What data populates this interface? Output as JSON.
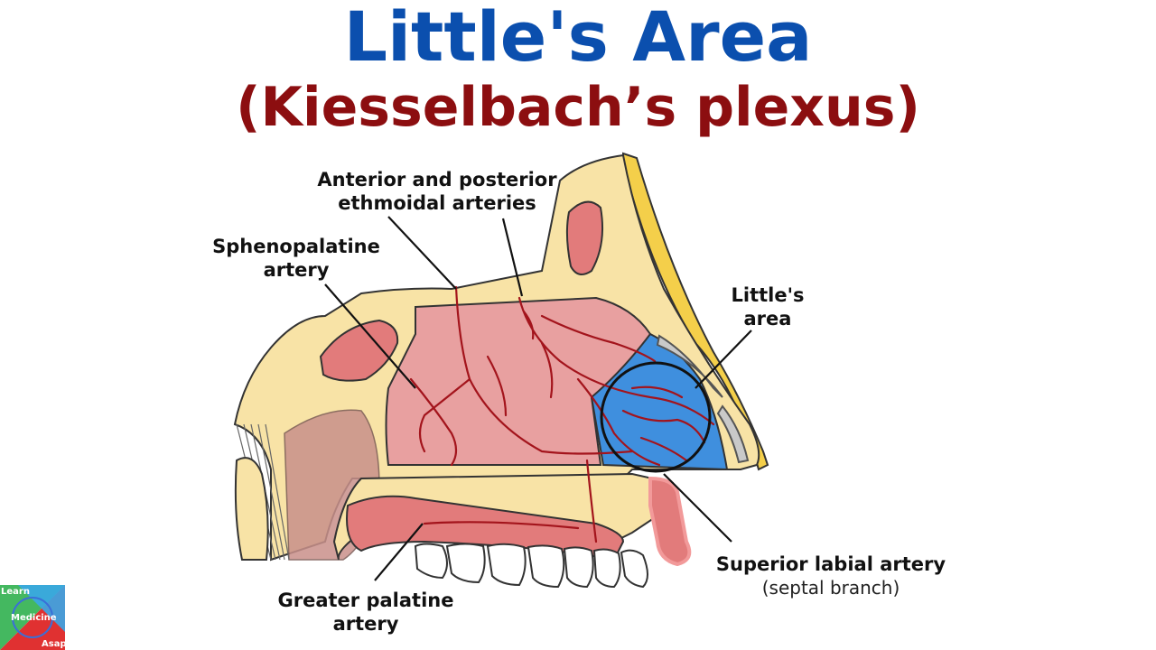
{
  "title": {
    "main": "Little's Area",
    "sub": "(Kiesselbach’s plexus)"
  },
  "labels": {
    "ethmoidal": {
      "line1": "Anterior and posterior",
      "line2": "ethmoidal arteries"
    },
    "sphenopalatine": {
      "line1": "Sphenopalatine",
      "line2": "artery"
    },
    "littles_area": {
      "line1": "Little's",
      "line2": "area"
    },
    "superior_labial": {
      "line1": "Superior labial artery",
      "line2": "(septal branch)"
    },
    "greater_palatine": {
      "line1": "Greater palatine",
      "line2": "artery"
    }
  },
  "logo": {
    "line1": "Learn",
    "line2": "Medicine",
    "line3": "Asap"
  },
  "colors": {
    "title_blue": "#0b4fae",
    "subtitle_red": "#8c0e10",
    "bone": "#f8e3a6",
    "mucosa": "#e8a0a0",
    "artery": "#a3141c",
    "littles_area_fill": "#3f8fde",
    "cartilage": "#c9c9c9"
  }
}
